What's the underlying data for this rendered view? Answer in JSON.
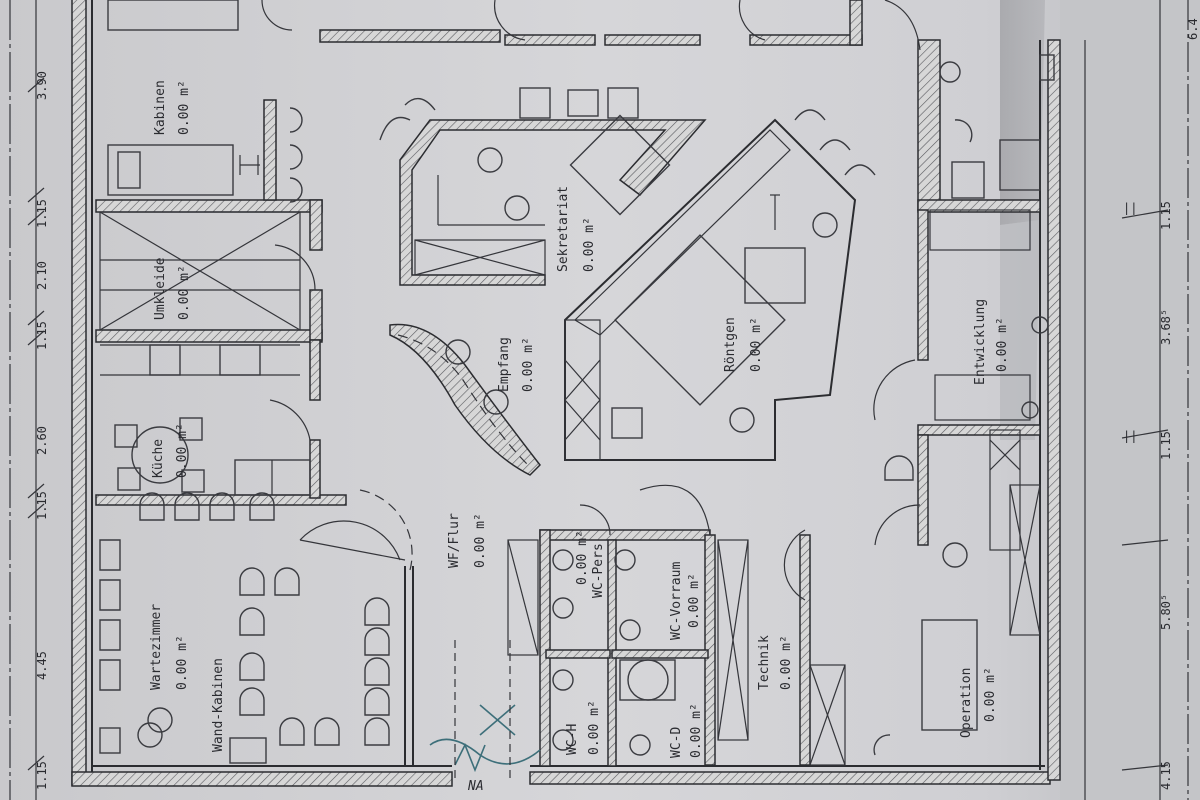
{
  "rooms": [
    {
      "name": "Kabinen",
      "area": "0.00 m²"
    },
    {
      "name": "Umkleide",
      "area": "0.00 m²"
    },
    {
      "name": "Küche",
      "area": "0.00 m²"
    },
    {
      "name": "Wartezimmer",
      "area": "0.00 m²"
    },
    {
      "name": "Wand-Kabinen",
      "area": ""
    },
    {
      "name": "Sekretariat",
      "area": "0.00 m²"
    },
    {
      "name": "Empfang",
      "area": "0.00 m²"
    },
    {
      "name": "Röntgen",
      "area": "0.00 m²"
    },
    {
      "name": "Entwicklung",
      "area": "0.00 m²"
    },
    {
      "name": "WF/Flur",
      "area": "0.00 m²"
    },
    {
      "name": "WC-Pers",
      "area": "0.00 m²"
    },
    {
      "name": "WC-Vorraum",
      "area": "0.00 m²"
    },
    {
      "name": "WC-H",
      "area": "0.00 m²"
    },
    {
      "name": "WC-D",
      "area": "0.00 m²"
    },
    {
      "name": "Technik",
      "area": "0.00 m²"
    },
    {
      "name": "Operation",
      "area": "0.00 m²"
    }
  ],
  "dimensions_left": [
    "3.90",
    "1.15",
    "2.10",
    "1.15",
    "2.60",
    "1.15",
    "4.45",
    "1.15"
  ],
  "dimensions_right": [
    "6.4",
    "1.15",
    "3.68⁵",
    "1.15",
    "5.80⁵",
    "4.15"
  ],
  "annotation": "NA"
}
